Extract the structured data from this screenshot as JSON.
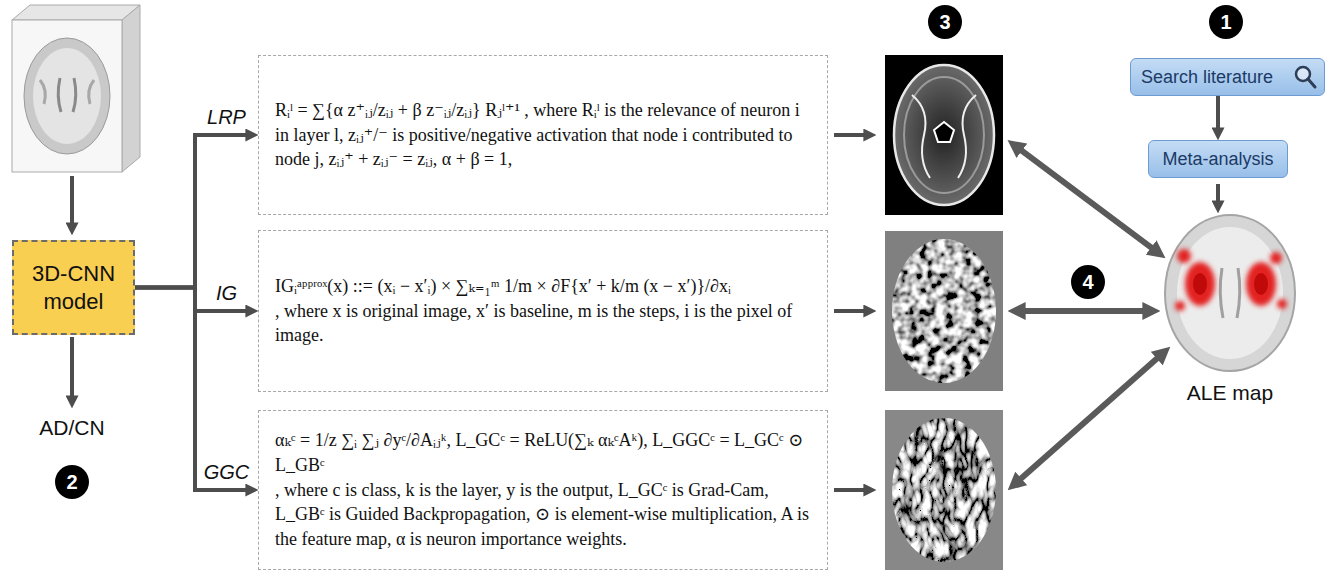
{
  "diagram": {
    "nodes": [
      {
        "text": [
          "3D-CNN model"
        ]
      },
      {
        "text": [
          "Rᵢˡ = ∑{α z⁺ᵢⱼ/zᵢⱼ + β z⁻ᵢⱼ/zᵢⱼ} Rⱼˡ⁺¹ , where Rᵢˡ is the relevance of neuron i in layer l, zᵢⱼ⁺/⁻ is positive/negative activation that node i contributed to node j, zᵢⱼ⁺ + zᵢⱼ⁻ = zᵢⱼ, α + β = 1,"
        ]
      },
      {
        "text": [
          "IGᵢᵃᵖᵖʳᵒˣ(x) ::= (xᵢ − x′ᵢ) × ∑ₖ₌₁ᵐ 1/m × ∂F{x′ + k/m (x − x′)}/∂xᵢ",
          ", where x is original image, x′ is baseline, m is the steps, i is the pixel of image."
        ]
      },
      {
        "text": [
          "αₖᶜ = 1/z ∑ᵢ ∑ⱼ ∂yᶜ/∂Aᵢⱼᵏ, L_GCᶜ = ReLU(∑ₖ αₖᶜAᵏ), L_GGCᶜ = L_GCᶜ ⊙ L_GBᶜ",
          ", where c is class, k is the layer, y is the output, L_GCᶜ is Grad-Cam, L_GBᶜ is Guided Backpropagation, ⊙ is element-wise multiplication, A is the feature map, α is neuron importance weights."
        ]
      },
      {
        "text": [
          "Search literature"
        ]
      },
      {
        "text": [
          "Meta-analysis"
        ]
      }
    ],
    "edges": [
      {
        "from": 0,
        "to": 1,
        "label": "LRP",
        "arrow": "to"
      },
      {
        "from": 0,
        "to": 2,
        "label": "IG",
        "arrow": "to"
      },
      {
        "from": 0,
        "to": 3,
        "label": "GGC",
        "arrow": "to"
      },
      {
        "from": 4,
        "to": 5,
        "arrow": "to"
      }
    ],
    "labels": [
      "3",
      "1",
      "AD/CN",
      "2",
      "4",
      "ALE map"
    ]
  }
}
